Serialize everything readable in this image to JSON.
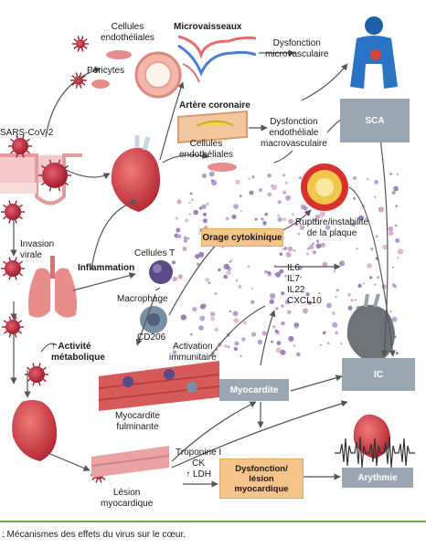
{
  "labels": {
    "cellules_endotheliales_top": "Cellules\nendothéliales",
    "pericytes": "Péricytes",
    "microvaisseaux": "Microvaisseaux",
    "dysfonction_micro": "Dysfonction\nmicrovasculaire",
    "sars": "SARS-CoV-2",
    "artere": "Artère coronaire",
    "cellules_endotheliales_mid": "Cellules\nendothéliales",
    "dysfonction_macro": "Dysfonction\nendothéliale\nmacrovasculaire",
    "invasion": "Invasion\nvirale",
    "inflammation": "Inflammation",
    "cellules_t": "Cellules T",
    "orage": "Orage cytokinique",
    "rupture": "Rupture/instabilité\nde la plaque",
    "cytokines": "IL6\nIL7\nIL22\nCXCL10",
    "macrophage": "Macrophage",
    "cd206": "CD206",
    "activite": "↑ Activité\nmétabolique",
    "activation": "Activation\nimmunitaire",
    "myocardite_fulminante": "Myocardite\nfulminante",
    "troponine": "Troponine I\nCK\n↑ LDH",
    "lesion": "Lésion\nmyocardique"
  },
  "boxes": {
    "sca": "SCA",
    "myocardite": "Myocardite",
    "ic": "IC",
    "dysfonction_lesion": "Dysfonction/\nlésion\nmyocardique",
    "arythmie": "Arythmie"
  },
  "caption": ": Mécanismes des effets du virus sur le cœur.",
  "colors": {
    "gray_box": "#9aa6b2",
    "orange_box": "#f4c48a",
    "virus": "#c0283c",
    "rule": "#6aa84f"
  }
}
